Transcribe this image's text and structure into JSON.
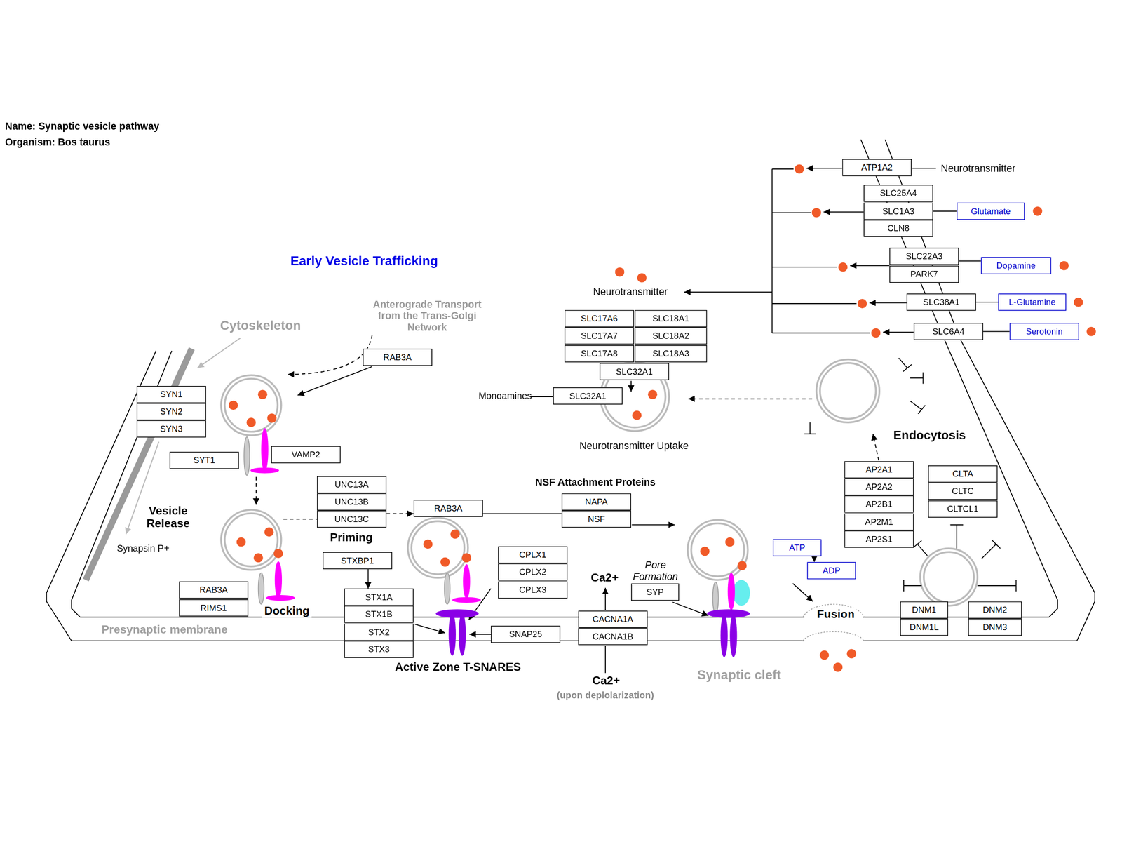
{
  "diagram": {
    "title": "Name: Synaptic vesicle pathway",
    "nodes": [
      {
        "text": [
          "SYN1"
        ]
      },
      {
        "text": [
          "SYN2"
        ]
      },
      {
        "text": [
          "SYN3"
        ]
      },
      {
        "text": [
          "RAB3A"
        ]
      },
      {
        "text": [
          "SYT1"
        ]
      },
      {
        "text": [
          "VAMP2"
        ]
      },
      {
        "text": [
          "UNC13A"
        ]
      },
      {
        "text": [
          "UNC13B"
        ]
      },
      {
        "text": [
          "UNC13C"
        ]
      },
      {
        "text": [
          "RAB3A"
        ]
      },
      {
        "text": [
          "STXBP1"
        ]
      },
      {
        "text": [
          "STX1A"
        ]
      },
      {
        "text": [
          "STX1B"
        ]
      },
      {
        "text": [
          "STX2"
        ]
      },
      {
        "text": [
          "STX3"
        ]
      },
      {
        "text": [
          "CPLX1"
        ]
      },
      {
        "text": [
          "CPLX2"
        ]
      },
      {
        "text": [
          "CPLX3"
        ]
      },
      {
        "text": [
          "SNAP25"
        ]
      },
      {
        "text": [
          "RAB3A"
        ]
      },
      {
        "text": [
          "RIMS1"
        ]
      },
      {
        "text": [
          "CACNA1A"
        ]
      },
      {
        "text": [
          "CACNA1B"
        ]
      },
      {
        "text": [
          "SYP"
        ]
      },
      {
        "text": [
          "NAPA"
        ]
      },
      {
        "text": [
          "NSF"
        ]
      },
      {
        "text": [
          "ATP"
        ]
      },
      {
        "text": [
          "ADP"
        ]
      },
      {
        "text": [
          "AP2A1"
        ]
      },
      {
        "text": [
          "AP2A2"
        ]
      },
      {
        "text": [
          "AP2B1"
        ]
      },
      {
        "text": [
          "AP2M1"
        ]
      },
      {
        "text": [
          "AP2S1"
        ]
      },
      {
        "text": [
          "CLTA"
        ]
      },
      {
        "text": [
          "CLTC"
        ]
      },
      {
        "text": [
          "CLTCL1"
        ]
      },
      {
        "text": [
          "DNM1"
        ]
      },
      {
        "text": [
          "DNM1L"
        ]
      },
      {
        "text": [
          "DNM2"
        ]
      },
      {
        "text": [
          "DNM3"
        ]
      },
      {
        "text": [
          "SLC17A6"
        ]
      },
      {
        "text": [
          "SLC17A7"
        ]
      },
      {
        "text": [
          "SLC17A8"
        ]
      },
      {
        "text": [
          "SLC18A1"
        ]
      },
      {
        "text": [
          "SLC18A2"
        ]
      },
      {
        "text": [
          "SLC18A3"
        ]
      },
      {
        "text": [
          "SLC32A1"
        ]
      },
      {
        "text": [
          "SLC32A1"
        ]
      },
      {
        "text": [
          "ATP1A2"
        ]
      },
      {
        "text": [
          "SLC25A4"
        ]
      },
      {
        "text": [
          "SLC1A3"
        ]
      },
      {
        "text": [
          "CLN8"
        ]
      },
      {
        "text": [
          "SLC22A3"
        ]
      },
      {
        "text": [
          "PARK7"
        ]
      },
      {
        "text": [
          "SLC38A1"
        ]
      },
      {
        "text": [
          "SLC6A4"
        ]
      },
      {
        "text": [
          "Glutamate"
        ]
      },
      {
        "text": [
          "Dopamine"
        ]
      },
      {
        "text": [
          "L-Glutamine"
        ]
      },
      {
        "text": [
          "Serotonin"
        ]
      }
    ],
    "edges": [
      {
        "from": 10,
        "to": 11,
        "arrow": "to"
      },
      {
        "from": 8,
        "to": 9,
        "arrow": "to"
      },
      {
        "from": 9,
        "to": 25,
        "arrow": "none"
      },
      {
        "from": 26,
        "to": 27,
        "arrow": "to"
      },
      {
        "from": 56,
        "to": 50,
        "arrow": "none"
      },
      {
        "from": 57,
        "to": 52,
        "arrow": "none"
      },
      {
        "from": 58,
        "to": 54,
        "arrow": "none"
      },
      {
        "from": 59,
        "to": 55,
        "arrow": "none"
      }
    ],
    "labels": [
      "Organism: Bos taurus",
      "Early Vesicle Trafficking",
      "Anterograde Transport from the Trans-Golgi Network",
      "Cytoskeleton",
      "Vesicle Release",
      "Synapsin P+",
      "Docking",
      "Priming",
      "Presynaptic membrane",
      "Active Zone T-SNARES",
      "NSF Attachment Proteins",
      "Ca2+",
      "Ca2+",
      "(upon deplolarization)",
      "Pore Formation",
      "Fusion",
      "Synaptic cleft",
      "Endocytosis",
      "Neurotransmitter Uptake",
      "Monoamines",
      "Neurotransmitter",
      "Neurotransmitter"
    ]
  }
}
